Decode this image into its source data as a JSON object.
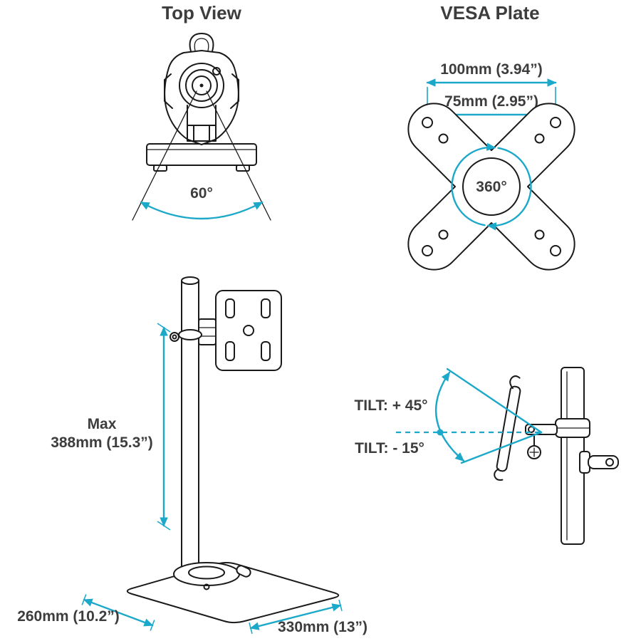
{
  "colors": {
    "accent": "#1CA9C9",
    "ink": "#1a1a1a",
    "label": "#3d3d3d"
  },
  "titles": {
    "top_view": "Top View",
    "vesa_plate": "VESA Plate"
  },
  "top_view": {
    "swivel_angle": "60°"
  },
  "vesa_plate": {
    "outer_dim": "100mm (3.94”)",
    "inner_dim": "75mm (2.95”)",
    "rotation": "360°"
  },
  "stand": {
    "height_line1": "Max",
    "height_line2": "388mm (15.3”)",
    "depth": "260mm (10.2”)",
    "width": "330mm (13”)"
  },
  "tilt": {
    "tilt_up": "TILT: + 45°",
    "tilt_down": "TILT: - 15°"
  }
}
